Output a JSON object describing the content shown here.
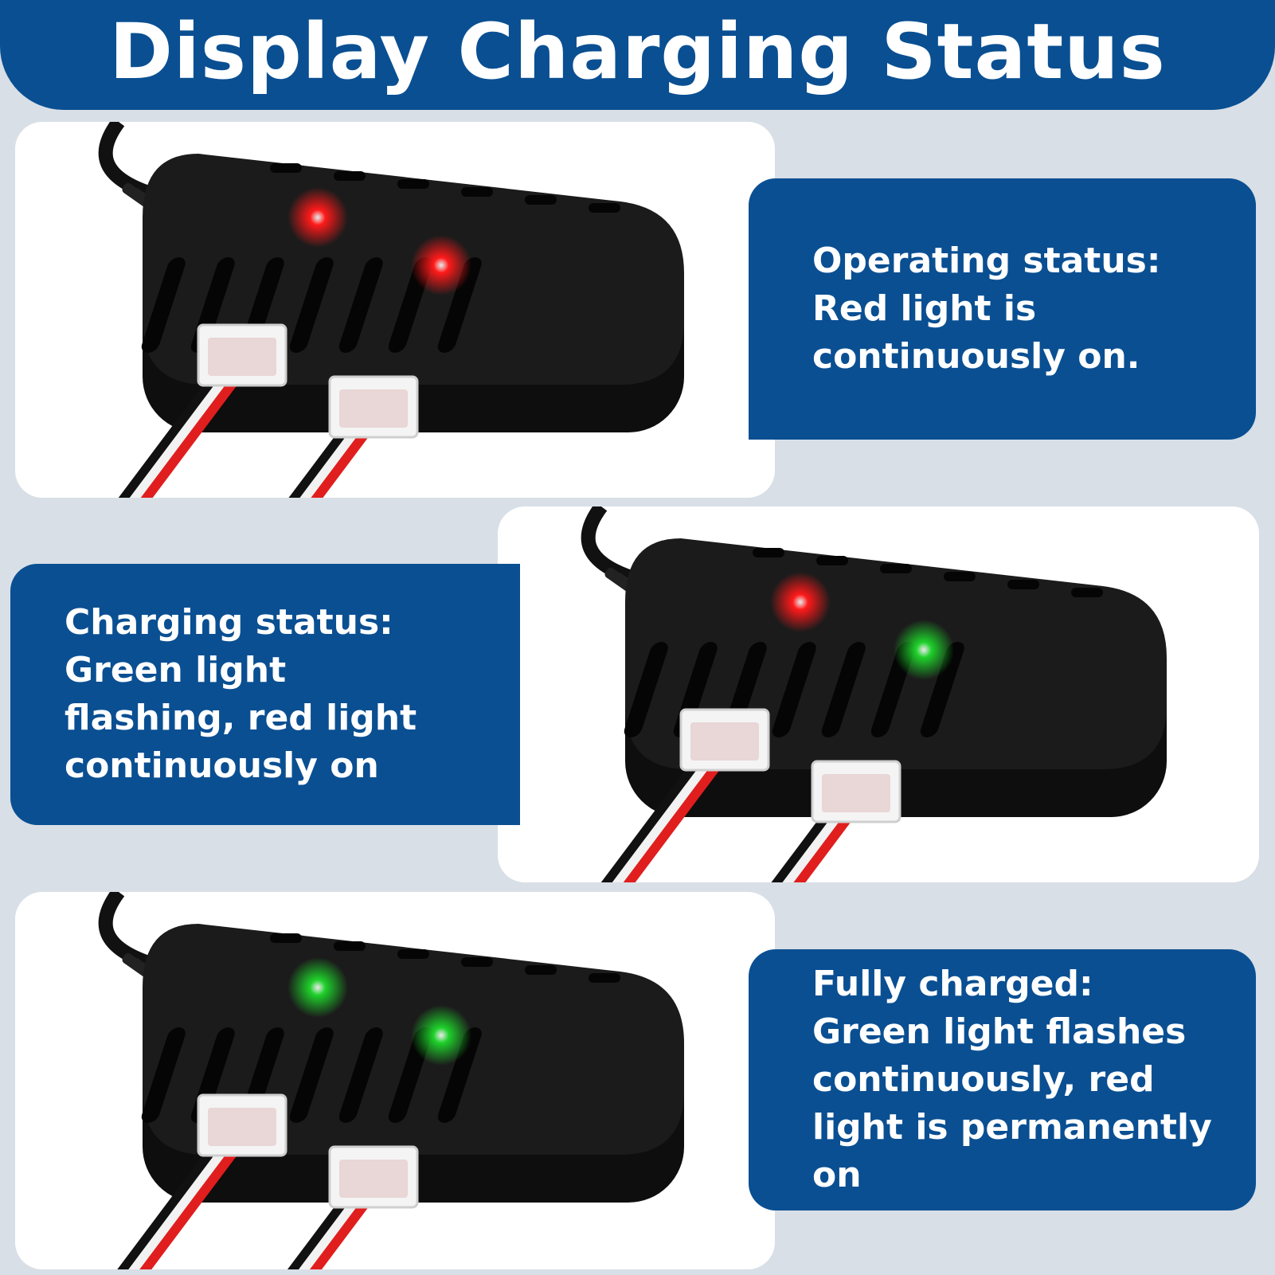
{
  "header": {
    "title": "Display Charging Status"
  },
  "colors": {
    "brand_blue": "#0a4f92",
    "background": "#d8dfe6",
    "led_red": "#ff1a1a",
    "led_green": "#1fd12b",
    "device_body": "#1b1b1b"
  },
  "panels": [
    {
      "text": "Operating status:\nRed light is\ncontinuously on."
    },
    {
      "text": "Charging status:\nGreen light\nflashing, red light\ncontinuously on"
    },
    {
      "text": "Fully charged:\nGreen light flashes\ncontinuously, red\nlight is permanently\non"
    }
  ],
  "devices": [
    {
      "led_top": "red",
      "led_bottom": "red"
    },
    {
      "led_top": "red",
      "led_bottom": "green"
    },
    {
      "led_top": "green",
      "led_bottom": "green"
    }
  ]
}
